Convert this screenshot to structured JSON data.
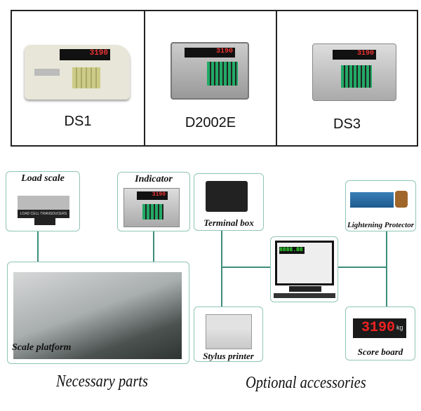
{
  "models": [
    {
      "label": "DS1",
      "display": "3190"
    },
    {
      "label": "D2002E",
      "display": "3190"
    },
    {
      "label": "DS3",
      "display": "3190"
    }
  ],
  "parts": {
    "load_scale": "Load scale",
    "indicator": "Indicator",
    "terminal_box": "Terminal box",
    "lightening_protector": "Lightening Protector",
    "scale_platform": "Scale platform",
    "stylus_printer": "Stylus printer",
    "score_board": "Score board",
    "score_board_display": "3190",
    "score_board_unit": "kg",
    "computer_display": "8888.88",
    "load_cell_text": "LOAD CELL TRANSDUCERS"
  },
  "captions": {
    "necessary": "Necessary parts",
    "optional": "Optional accessories"
  },
  "colors": {
    "connector": "#3d8d7c",
    "card_border": "#8fc5b8"
  }
}
